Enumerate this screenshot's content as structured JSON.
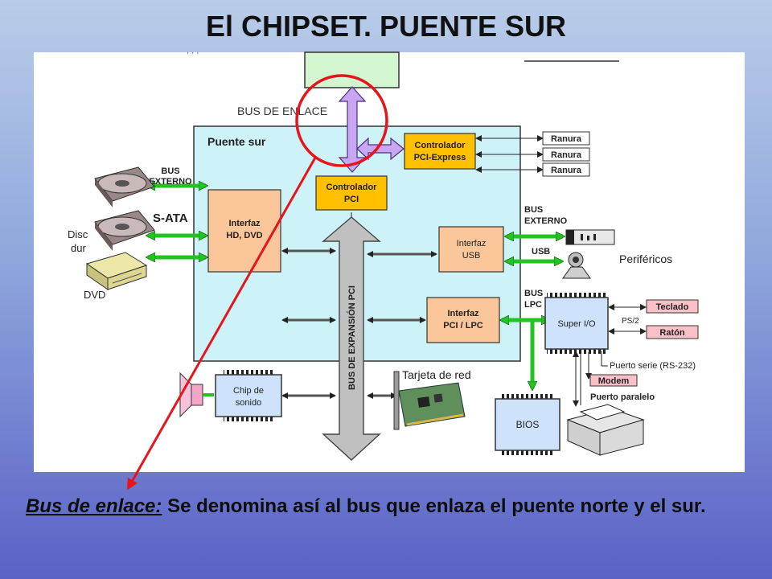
{
  "title": "El CHIPSET. PUENTE SUR",
  "diagram": {
    "bus_enlace": "BUS DE ENLACE",
    "puente_sur": "Puente sur",
    "controlador_pci": [
      "Controlador",
      "PCI"
    ],
    "controlador_pcie": [
      "Controlador",
      "PCI-Express"
    ],
    "ranuras": [
      "Ranura",
      "Ranura",
      "Ranura"
    ],
    "bus_externo_left": [
      "BUS",
      "EXTERNO"
    ],
    "sata": "S-ATA",
    "discos": [
      "Disc",
      "dur"
    ],
    "dvd": "DVD",
    "interfaz_hd": [
      "Interfaz",
      "HD, DVD"
    ],
    "bus_externo_right": [
      "BUS",
      "EXTERNO"
    ],
    "interfaz_usb": [
      "Interfaz",
      "USB"
    ],
    "usb": "USB",
    "perifericos": "Periféricos",
    "bus_expansion": "BUS DE EXPANSIÓN PCI",
    "bus_lpc": [
      "BUS",
      "LPC"
    ],
    "interfaz_pci_lpc": [
      "Interfaz",
      "PCI / LPC"
    ],
    "super_io": "Super I/O",
    "ps2": "PS/2",
    "teclado": "Teclado",
    "raton": "Ratón",
    "puerto_serie": "Puerto serie (RS-232)",
    "modem": "Modem",
    "puerto_paralelo": "Puerto paralelo",
    "bios": "BIOS",
    "chip_sonido": [
      "Chip de",
      "sonido"
    ],
    "tarjeta_red": "Tarjeta de red"
  },
  "caption": {
    "term": "Bus de enlace:",
    "text": " Se denomina así al bus que enlaza el puente norte y el sur."
  },
  "colors": {
    "puente_sur_fill": "#cdf2f8",
    "controller_fill": "#ffc000",
    "interface_fill": "#fbc79a",
    "chip_fill": "#cfe2fb",
    "bus_purple": "#c9a6f2",
    "green_arrow": "#22c422",
    "pink": "#f9c0c8",
    "highlight_red": "#e8141c"
  }
}
